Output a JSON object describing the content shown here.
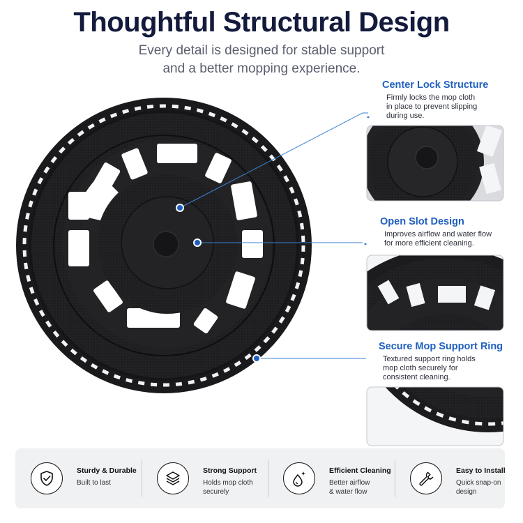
{
  "header": {
    "title": "Thoughtful Structural Design",
    "subtitle_line1": "Every detail is designed for stable support",
    "subtitle_line2": "and a better mopping experience."
  },
  "callouts": [
    {
      "title": "Center Lock Structure",
      "desc_lines": [
        "Firmly locks the mop cloth",
        "in place to prevent slipping",
        "during use."
      ]
    },
    {
      "title": "Open Slot Design",
      "desc_lines": [
        "Improves airflow and water flow",
        "for more efficient cleaning."
      ]
    },
    {
      "title": "Secure Mop Support Ring",
      "desc_lines": [
        "Textured support ring holds",
        "mop cloth securely for",
        "consistent cleaning."
      ]
    }
  ],
  "features": [
    {
      "icon": "shield-check-icon",
      "title": "Sturdy & Durable",
      "desc_lines": [
        "Built to last"
      ]
    },
    {
      "icon": "layers-icon",
      "title": "Strong Support",
      "desc_lines": [
        "Holds mop cloth",
        "securely"
      ]
    },
    {
      "icon": "water-drop-sparkle-icon",
      "title": "Efficient Cleaning",
      "desc_lines": [
        "Better airflow",
        "& water flow"
      ]
    },
    {
      "icon": "wrench-icon",
      "title": "Easy to Install",
      "desc_lines": [
        "Quick snap-on",
        "design"
      ]
    }
  ],
  "colors": {
    "title": "#141a3c",
    "accent": "#1f5fbf",
    "product": "#1c1c1e",
    "panel": "#f0f1f3"
  }
}
